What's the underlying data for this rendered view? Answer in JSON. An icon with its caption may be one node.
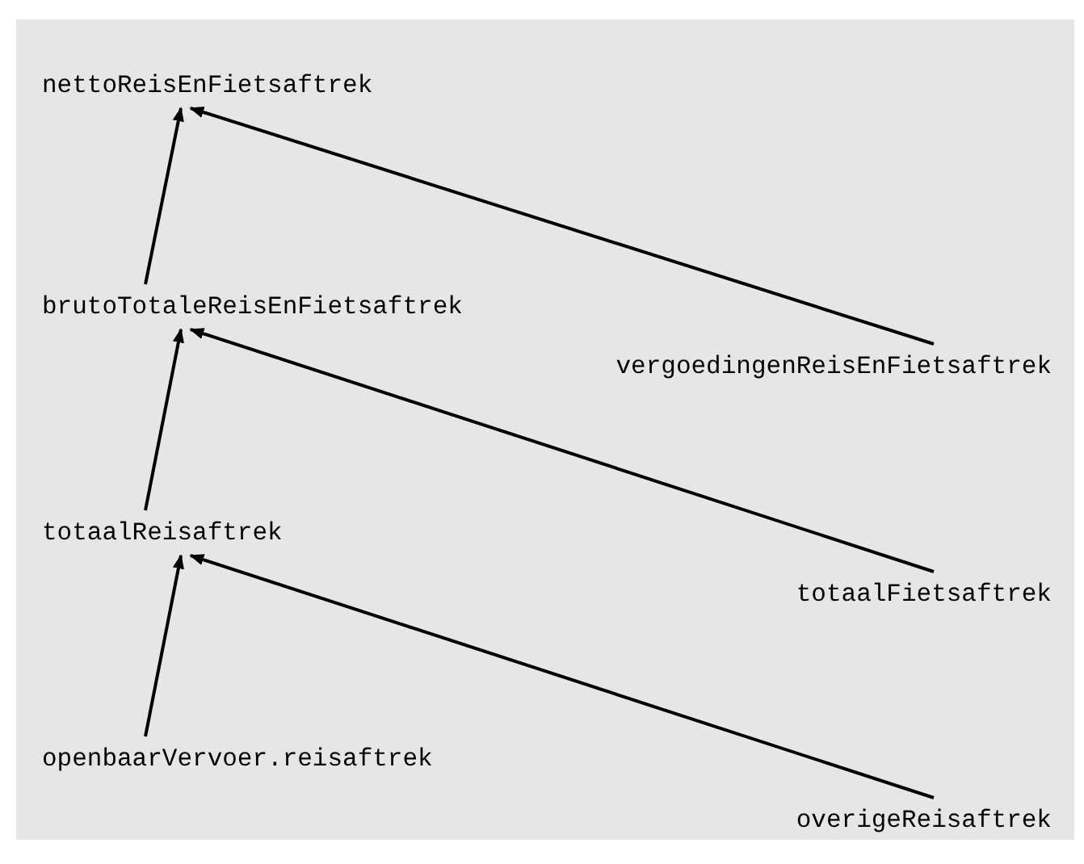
{
  "diagram": {
    "nodes": [
      {
        "text": [
          "nettoReisEnFietsaftrek"
        ]
      },
      {
        "text": [
          "brutoTotaleReisEnFietsaftrek"
        ]
      },
      {
        "text": [
          "vergoedingenReisEnFietsaftrek"
        ]
      },
      {
        "text": [
          "totaalReisaftrek"
        ]
      },
      {
        "text": [
          "totaalFietsaftrek"
        ]
      },
      {
        "text": [
          "openbaarVervoer.reisaftrek"
        ]
      },
      {
        "text": [
          "overigeReisaftrek"
        ]
      }
    ],
    "edges": [
      {
        "from": 1,
        "to": 0,
        "arrow": "to"
      },
      {
        "from": 2,
        "to": 0,
        "arrow": "to"
      },
      {
        "from": 3,
        "to": 1,
        "arrow": "to"
      },
      {
        "from": 4,
        "to": 1,
        "arrow": "to"
      },
      {
        "from": 5,
        "to": 3,
        "arrow": "to"
      },
      {
        "from": 6,
        "to": 3,
        "arrow": "to"
      }
    ]
  }
}
